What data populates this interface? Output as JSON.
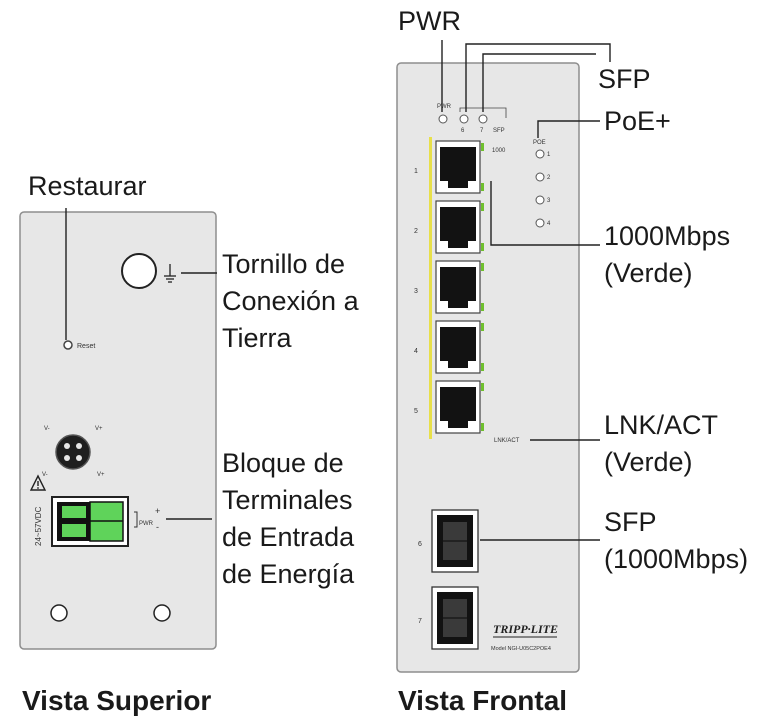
{
  "top_view": {
    "caption": "Vista Superior",
    "panel_labels": {
      "reset": "Reset",
      "voltage": "24~57VDC",
      "pwr": "PWR",
      "plus": "+",
      "minus": "-",
      "v1": "V-",
      "v2": "V+",
      "v3": "V-",
      "v4": "V+"
    },
    "callouts": {
      "restore": "Restaurar",
      "ground_screw": [
        "Tornillo de",
        "Conexión a",
        "Tierra"
      ],
      "power_terminal": [
        "Bloque de",
        "Terminales",
        "de Entrada",
        "de Energía"
      ]
    }
  },
  "front_view": {
    "caption": "Vista Frontal",
    "panel_labels": {
      "pwr_led": "PWR",
      "led6": "6",
      "led7": "7",
      "sfp_group": "SFP",
      "poe_title": "POE",
      "poe_ports": [
        "1",
        "2",
        "3",
        "4"
      ],
      "speed_1000": "1000",
      "lnk_act": "LNK/ACT",
      "rj45_ports": [
        "1",
        "2",
        "3",
        "4",
        "5"
      ],
      "sfp_ports": [
        "6",
        "7"
      ],
      "brand": "TRIPP·LITE",
      "model": "Model NGI-U05C2POE4"
    },
    "callouts": {
      "pwr": "PWR",
      "sfp_led": "SFP",
      "poe": "PoE+",
      "speed": [
        "1000Mbps",
        "(Verde)"
      ],
      "link": [
        "LNK/ACT",
        "(Verde)"
      ],
      "sfp_port": [
        "SFP",
        "(1000Mbps)"
      ]
    }
  },
  "colors": {
    "panel_fill": "#e7e7e7",
    "panel_stroke": "#8e8e8e",
    "port_black": "#121212",
    "led_green": "#6fbf2e",
    "terminal_green": "#5fd35a",
    "accent_yellow": "#e8e04a"
  }
}
